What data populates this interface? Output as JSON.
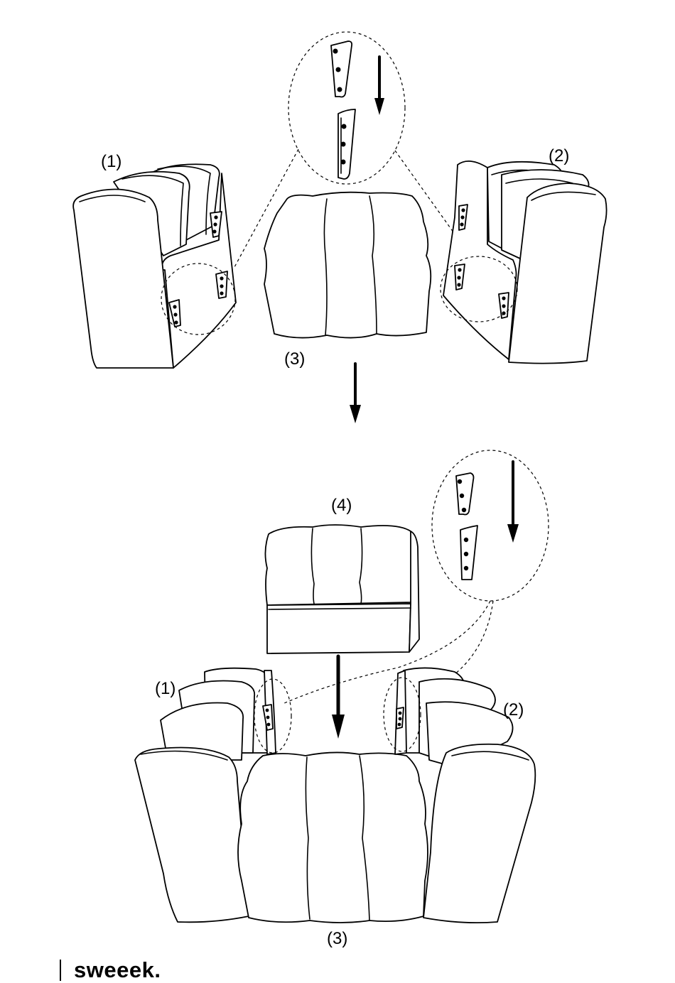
{
  "labels": {
    "step1_part1": "(1)",
    "step1_part2": "(2)",
    "step1_part3": "(3)",
    "step2_part4": "(4)",
    "step2_part1": "(1)",
    "step2_part2": "(2)",
    "step2_part3": "(3)"
  },
  "brand": {
    "logo_text": "sweeek."
  }
}
